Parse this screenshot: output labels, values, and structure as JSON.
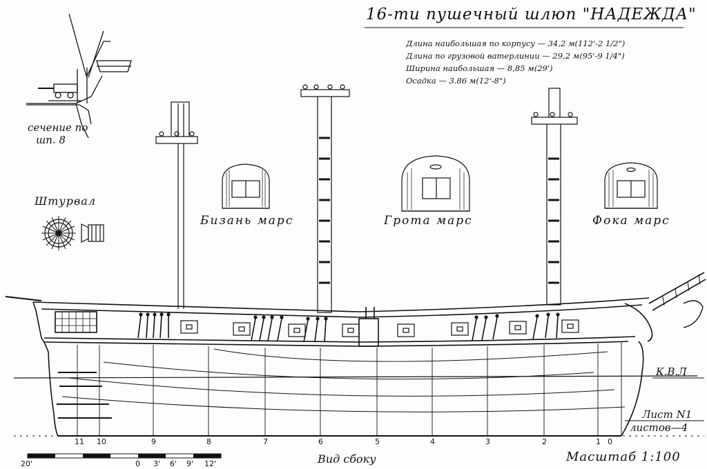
{
  "title": "16-ти пушечный шлюп \"НАДЕЖДА\"",
  "specs": [
    "Длина наибольшая по корпусу — 34,2 м(112'-2 1/2\")",
    "Длина по грузовой ватерлинии — 29,2 м(95'-9 1/4\")",
    "Ширина наибольшая — 8,85 м(29')",
    "Осадка — 3.86 м(12'-8\")"
  ],
  "section_label_line1": "сечение по",
  "section_label_line2": "шп. 8",
  "wheel_label": "Штурвал",
  "tops": [
    {
      "label": "Бизань марс"
    },
    {
      "label": "Грота марс"
    },
    {
      "label": "Фока марс"
    }
  ],
  "waterline_label": "К.В.Л",
  "sheet_label_line1": "Лист N1",
  "sheet_label_line2": "листов—4",
  "view_label": "Вид сбоку",
  "scale_label": "Масштаб 1:100",
  "frame_numbers": [
    "11",
    "10",
    "9",
    "8",
    "7",
    "6",
    "5",
    "4",
    "3",
    "2",
    "1",
    "0"
  ],
  "scale_bar_labels": [
    "20'",
    "0",
    "3'",
    "6'",
    "9'",
    "12'"
  ]
}
